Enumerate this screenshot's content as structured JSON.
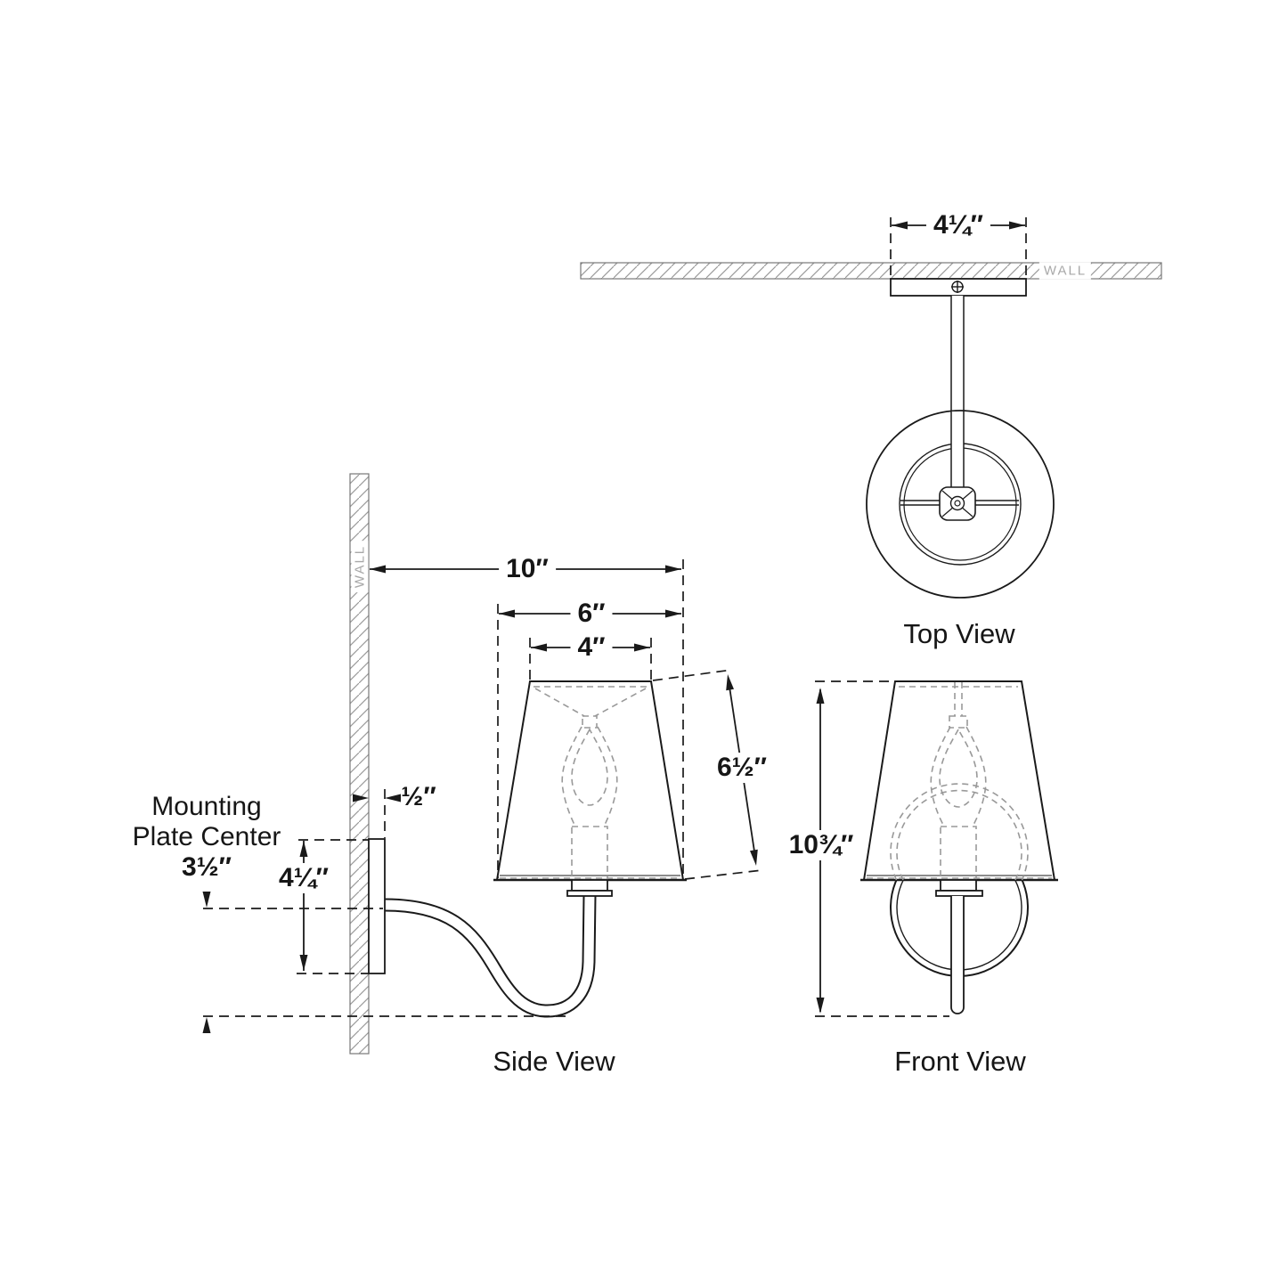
{
  "drawing": {
    "title": "Wall sconce dimensional drawing",
    "top_view": {
      "caption": "Top View",
      "wall_label": "WALL",
      "dim_plate_width": "4¼″"
    },
    "side_view": {
      "caption": "Side View",
      "wall_label": "WALL",
      "dim_projection": "10″",
      "dim_shade_bottom_width": "6″",
      "dim_shade_top_width": "4″",
      "dim_shade_slant_height": "6½″",
      "dim_plate_offset": "½″",
      "dim_plate_height": "4¼″",
      "mounting_note_line1": "Mounting",
      "mounting_note_line2": "Plate Center",
      "dim_plate_center_to_bottom": "3½″"
    },
    "front_view": {
      "caption": "Front View",
      "dim_overall_height": "10¾″"
    }
  }
}
